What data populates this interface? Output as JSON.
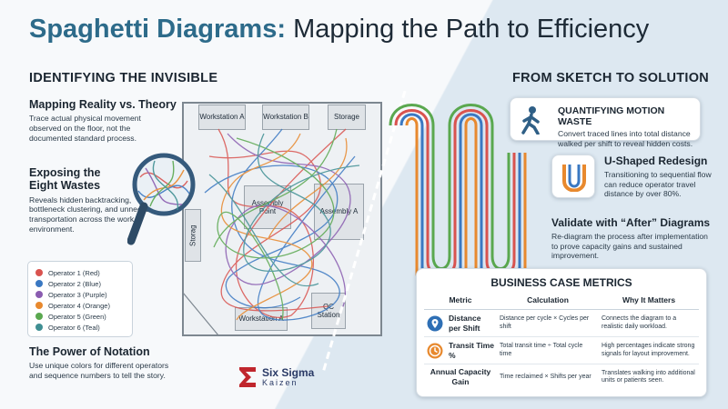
{
  "title": {
    "part1": "Spaghetti Diagrams:",
    "part2": "Mapping the Path to Efficiency"
  },
  "left": {
    "heading": "IDENTIFYING THE INVISIBLE",
    "blocks": [
      {
        "title": "Mapping Reality vs. Theory",
        "text": "Trace actual physical movement observed on the floor, not the documented standard process."
      },
      {
        "title": "Exposing the Eight Wastes",
        "text": "Reveals hidden backtracking, bottleneck clustering, and unnecessary transportation across the work environment."
      },
      {
        "title": "The Power of Notation",
        "text": "Use unique colors for different operators and sequence numbers to tell the story."
      }
    ],
    "legend": [
      {
        "label": "Operator 1 (Red)",
        "color": "#d9534f"
      },
      {
        "label": "Operator 2 (Blue)",
        "color": "#3a78c2"
      },
      {
        "label": "Operator 3 (Purple)",
        "color": "#8a5cb0"
      },
      {
        "label": "Operator 4 (Orange)",
        "color": "#e8892e"
      },
      {
        "label": "Operator 5 (Green)",
        "color": "#5aa84f"
      },
      {
        "label": "Operator 6 (Teal)",
        "color": "#3f8f93"
      }
    ]
  },
  "floor": {
    "workstation_a_top": "Workstation A",
    "workstation_b": "Workstation B",
    "storage_top": "Storage",
    "assembly_point": "Assembly Point",
    "assembly_a": "Assembly A",
    "storage_left": "Storag",
    "qc_station": "QC Station",
    "workstation_a_bottom": "Workstation A"
  },
  "right": {
    "heading": "FROM SKETCH TO SOLUTION",
    "quantify": {
      "title": "QUANTIFYING MOTION WASTE",
      "text": "Convert traced lines into total distance walked per shift to reveal hidden costs.",
      "icon": "walking-person-icon"
    },
    "ushape": {
      "title": "U-Shaped Redesign",
      "text": "Transitioning to sequential flow can reduce operator travel distance by over 80%.",
      "icon": "u-shape-icon"
    },
    "validate": {
      "title": "Validate with “After” Diagrams",
      "text": "Re-diagram the process after implementation to prove capacity gains and sustained improvement."
    },
    "metrics": {
      "title": "BUSINESS CASE METRICS",
      "headers": [
        "Metric",
        "Calculation",
        "Why It Matters"
      ],
      "rows": [
        {
          "metric": "Distance per Shift",
          "calc": "Distance per cycle × Cycles per shift",
          "why": "Connects the diagram to a realistic daily workload.",
          "icon": "location-pin-icon",
          "color": "#2e6fb5"
        },
        {
          "metric": "Transit Time %",
          "calc": "Total transit time ÷ Total cycle time",
          "why": "High percentages indicate strong signals for layout improvement.",
          "icon": "clock-icon",
          "color": "#e8892e"
        },
        {
          "metric": "Annual Capacity Gain",
          "calc": "Time reclaimed × Shifts per year",
          "why": "Translates walking into additional units or patients seen.",
          "icon": "",
          "color": ""
        }
      ]
    }
  },
  "logo": {
    "line1": "Six Sigma",
    "line2": "Kaizen"
  }
}
